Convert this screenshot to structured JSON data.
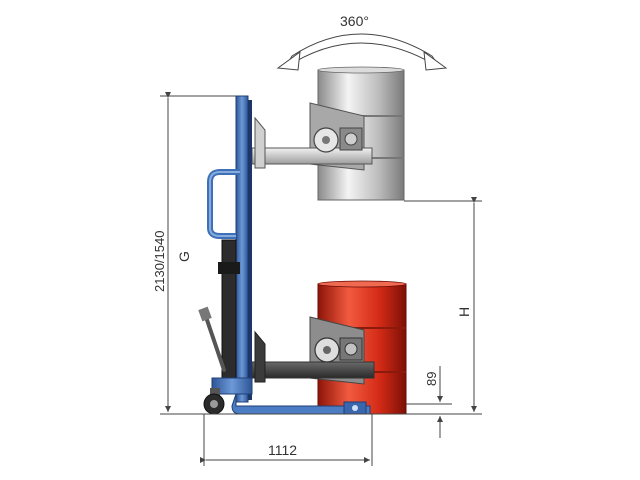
{
  "dimensions": {
    "rotation": "360°",
    "height_total": "2130/1540",
    "letter_g": "G",
    "letter_h": "H",
    "base_height": "89",
    "base_length": "1112"
  },
  "colors": {
    "frame_blue": "#3f6fb5",
    "drum_grey": "#c8c8c8",
    "drum_red": "#d63020",
    "dim_line": "#444444"
  }
}
